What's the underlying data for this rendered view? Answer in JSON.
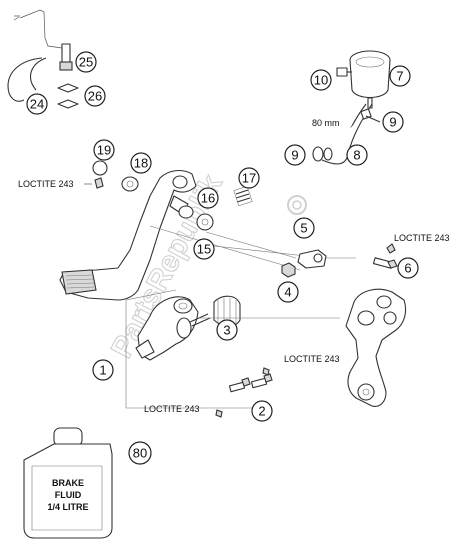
{
  "diagram": {
    "callouts": [
      "1",
      "2",
      "3",
      "4",
      "5",
      "6",
      "7",
      "8",
      "9",
      "9",
      "10",
      "15",
      "16",
      "17",
      "18",
      "19",
      "24",
      "25",
      "26",
      "80"
    ],
    "notes": {
      "loctite_left": "LOCTITE 243",
      "loctite_right": "LOCTITE 243",
      "loctite_mid": "LOCTITE 243",
      "loctite_bottom": "LOCTITE 243",
      "hose_length": "80 mm"
    },
    "bottle_label": [
      "BRAKE",
      "FLUID",
      "1/4 LITRE"
    ],
    "watermark": "PartsRepublik"
  }
}
